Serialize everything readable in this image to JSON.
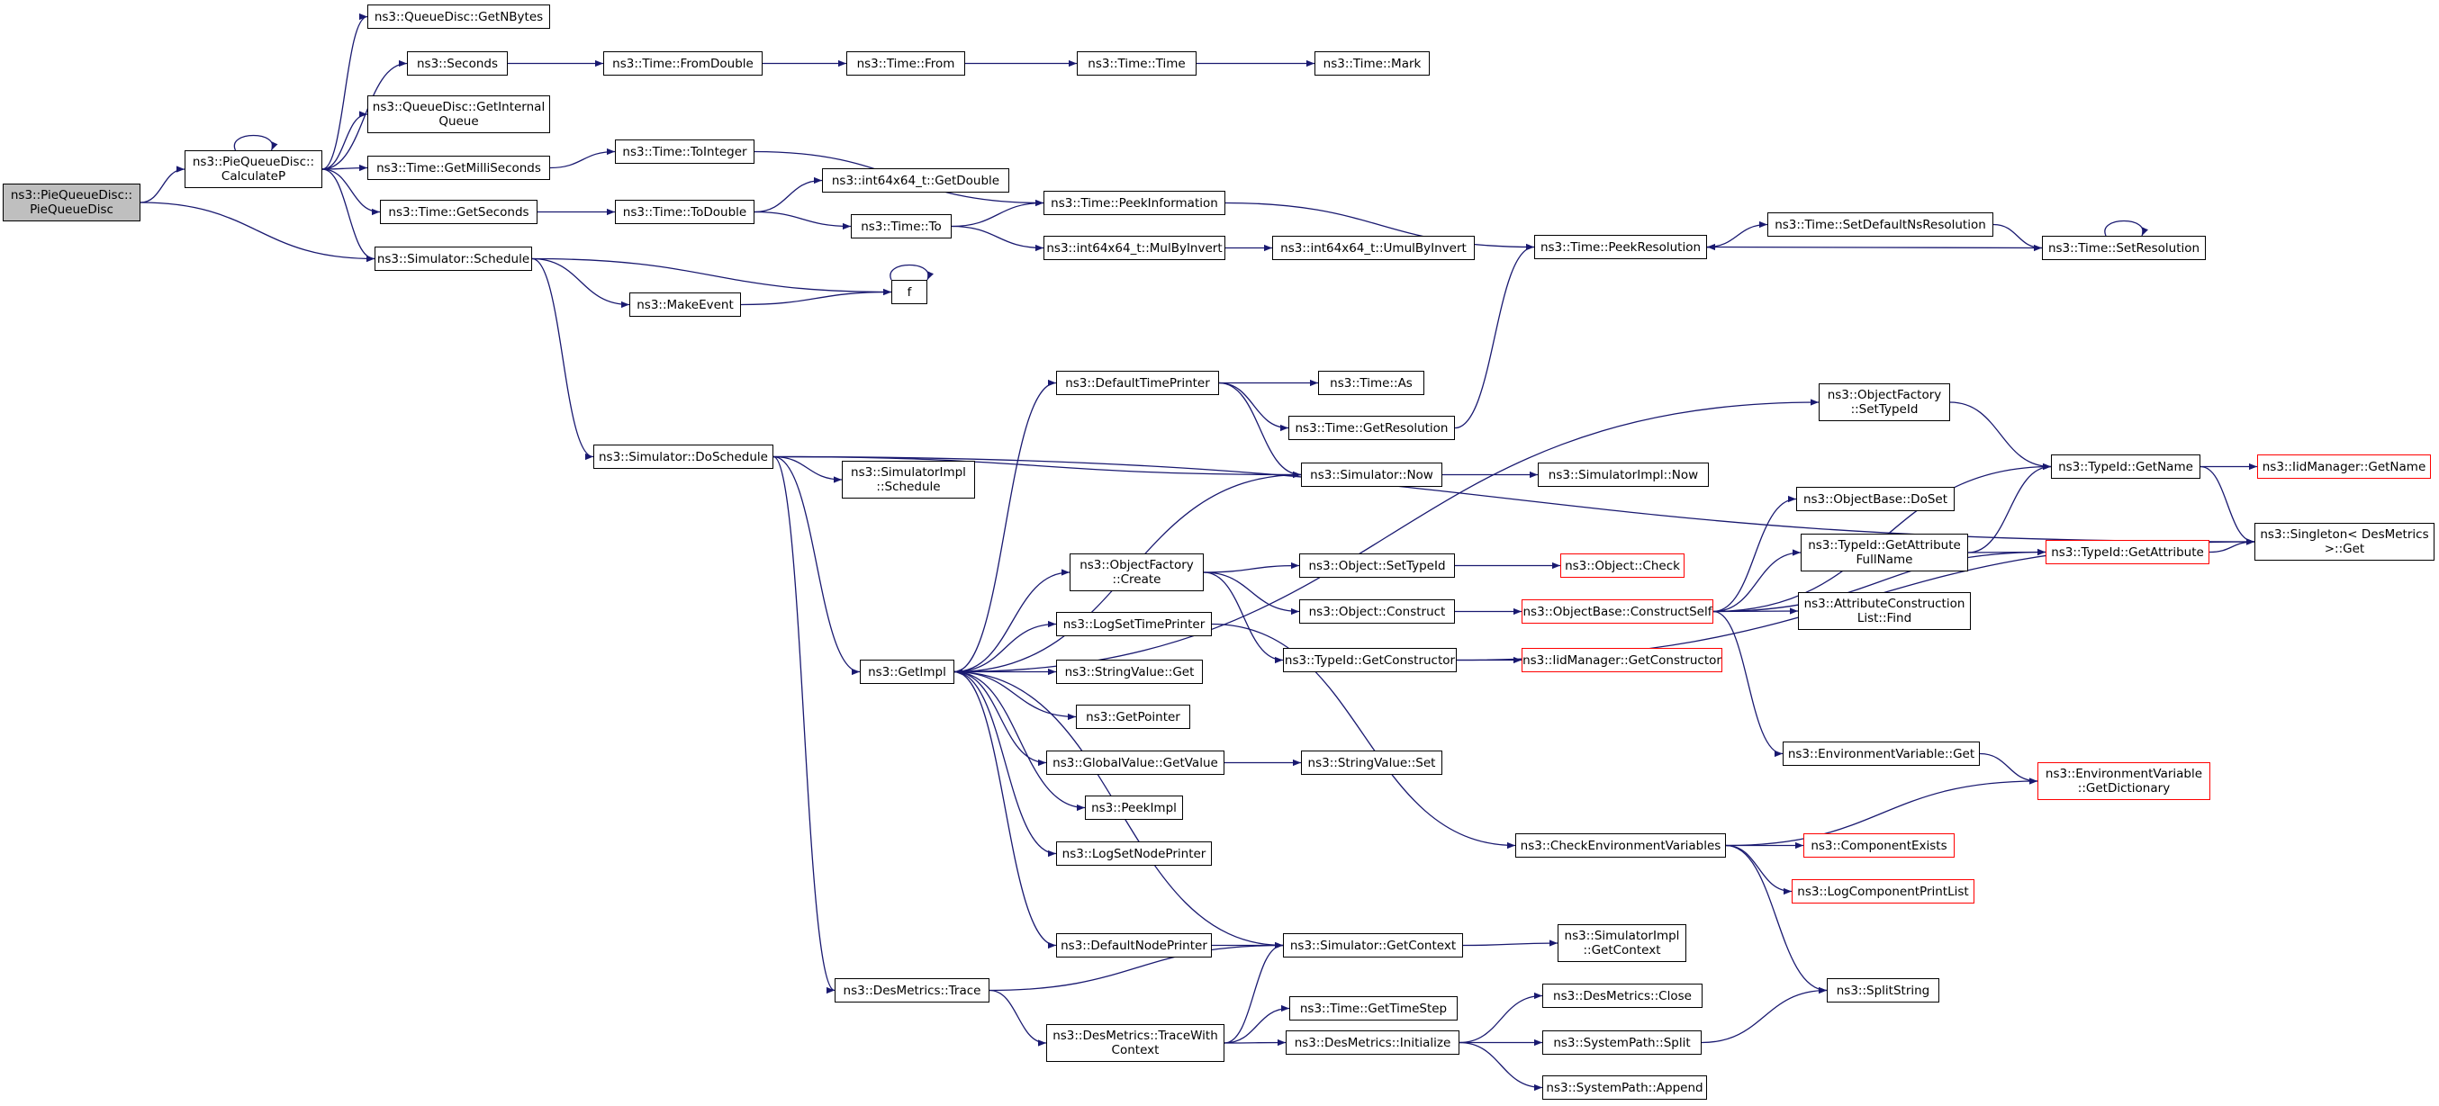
{
  "graph": {
    "title": "",
    "colors": {
      "edge": "#191970",
      "node_border": "#000000",
      "node_border_incomplete": "#ff0000",
      "root_fill": "#bfbfbf"
    },
    "nodes": [
      {
        "id": "pie-ctor",
        "label": "ns3::PieQueueDisc::\nPieQueueDisc",
        "kind": "root"
      },
      {
        "id": "calcp",
        "label": "ns3::PieQueueDisc::\nCalculateP",
        "kind": "normal"
      },
      {
        "id": "getnbytes",
        "label": "ns3::QueueDisc::GetNBytes",
        "kind": "normal"
      },
      {
        "id": "seconds",
        "label": "ns3::Seconds",
        "kind": "normal"
      },
      {
        "id": "fromdouble",
        "label": "ns3::Time::FromDouble",
        "kind": "normal"
      },
      {
        "id": "from",
        "label": "ns3::Time::From",
        "kind": "normal"
      },
      {
        "id": "timetime",
        "label": "ns3::Time::Time",
        "kind": "normal"
      },
      {
        "id": "mark",
        "label": "ns3::Time::Mark",
        "kind": "normal"
      },
      {
        "id": "getinternalqueue",
        "label": "ns3::QueueDisc::GetInternal\nQueue",
        "kind": "normal"
      },
      {
        "id": "getmilliseconds",
        "label": "ns3::Time::GetMilliSeconds",
        "kind": "normal"
      },
      {
        "id": "tointeger",
        "label": "ns3::Time::ToInteger",
        "kind": "normal"
      },
      {
        "id": "getseconds",
        "label": "ns3::Time::GetSeconds",
        "kind": "normal"
      },
      {
        "id": "todouble",
        "label": "ns3::Time::ToDouble",
        "kind": "normal"
      },
      {
        "id": "int64getdouble",
        "label": "ns3::int64x64_t::GetDouble",
        "kind": "normal"
      },
      {
        "id": "timeto",
        "label": "ns3::Time::To",
        "kind": "normal"
      },
      {
        "id": "peekinformation",
        "label": "ns3::Time::PeekInformation",
        "kind": "normal"
      },
      {
        "id": "mulbyinvert",
        "label": "ns3::int64x64_t::MulByInvert",
        "kind": "normal"
      },
      {
        "id": "umulbyinvert",
        "label": "ns3::int64x64_t::UmulByInvert",
        "kind": "normal"
      },
      {
        "id": "peekresolution",
        "label": "ns3::Time::PeekResolution",
        "kind": "normal"
      },
      {
        "id": "setdefaultnsresolution",
        "label": "ns3::Time::SetDefaultNsResolution",
        "kind": "normal"
      },
      {
        "id": "setresolution",
        "label": "ns3::Time::SetResolution",
        "kind": "normal"
      },
      {
        "id": "schedule",
        "label": "ns3::Simulator::Schedule",
        "kind": "normal"
      },
      {
        "id": "f",
        "label": "f",
        "kind": "normal"
      },
      {
        "id": "makeevent",
        "label": "ns3::MakeEvent",
        "kind": "normal"
      },
      {
        "id": "doschedule",
        "label": "ns3::Simulator::DoSchedule",
        "kind": "normal"
      },
      {
        "id": "simimplschedule",
        "label": "ns3::SimulatorImpl\n::Schedule",
        "kind": "normal"
      },
      {
        "id": "defaulttimeprinter",
        "label": "ns3::DefaultTimePrinter",
        "kind": "normal"
      },
      {
        "id": "timeas",
        "label": "ns3::Time::As",
        "kind": "normal"
      },
      {
        "id": "getresolution",
        "label": "ns3::Time::GetResolution",
        "kind": "normal"
      },
      {
        "id": "simnow",
        "label": "ns3::Simulator::Now",
        "kind": "normal"
      },
      {
        "id": "simimplnow",
        "label": "ns3::SimulatorImpl::Now",
        "kind": "normal"
      },
      {
        "id": "ofsettypeid",
        "label": "ns3::ObjectFactory\n::SetTypeId",
        "kind": "normal"
      },
      {
        "id": "typeidgetname",
        "label": "ns3::TypeId::GetName",
        "kind": "normal"
      },
      {
        "id": "iidgetname",
        "label": "ns3::IidManager::GetName",
        "kind": "incomplete"
      },
      {
        "id": "singletonget",
        "label": "ns3::Singleton< DesMetrics\n>::Get",
        "kind": "normal"
      },
      {
        "id": "objectbasedoset",
        "label": "ns3::ObjectBase::DoSet",
        "kind": "normal"
      },
      {
        "id": "getattributefullname",
        "label": "ns3::TypeId::GetAttribute\nFullName",
        "kind": "normal"
      },
      {
        "id": "typeidgetattribute",
        "label": "ns3::TypeId::GetAttribute",
        "kind": "incomplete"
      },
      {
        "id": "ofcreate",
        "label": "ns3::ObjectFactory\n::Create",
        "kind": "normal"
      },
      {
        "id": "objectsettypeid",
        "label": "ns3::Object::SetTypeId",
        "kind": "normal"
      },
      {
        "id": "objectcheck",
        "label": "ns3::Object::Check",
        "kind": "incomplete"
      },
      {
        "id": "objectconstruct",
        "label": "ns3::Object::Construct",
        "kind": "normal"
      },
      {
        "id": "constructself",
        "label": "ns3::ObjectBase::ConstructSelf",
        "kind": "incomplete"
      },
      {
        "id": "attrconstructionfind",
        "label": "ns3::AttributeConstruction\nList::Find",
        "kind": "normal"
      },
      {
        "id": "getimpl",
        "label": "ns3::GetImpl",
        "kind": "normal"
      },
      {
        "id": "logsettimeprinter",
        "label": "ns3::LogSetTimePrinter",
        "kind": "normal"
      },
      {
        "id": "typeidgetconstructor",
        "label": "ns3::TypeId::GetConstructor",
        "kind": "normal"
      },
      {
        "id": "iidgetconstructor",
        "label": "ns3::IidManager::GetConstructor",
        "kind": "incomplete"
      },
      {
        "id": "stringvalueget",
        "label": "ns3::StringValue::Get",
        "kind": "normal"
      },
      {
        "id": "getpointer",
        "label": "ns3::GetPointer",
        "kind": "normal"
      },
      {
        "id": "globalvaluegetvalue",
        "label": "ns3::GlobalValue::GetValue",
        "kind": "normal"
      },
      {
        "id": "stringvalueset",
        "label": "ns3::StringValue::Set",
        "kind": "normal"
      },
      {
        "id": "envget",
        "label": "ns3::EnvironmentVariable::Get",
        "kind": "normal"
      },
      {
        "id": "envgetdictionary",
        "label": "ns3::EnvironmentVariable\n::GetDictionary",
        "kind": "incomplete"
      },
      {
        "id": "peekimpl",
        "label": "ns3::PeekImpl",
        "kind": "normal"
      },
      {
        "id": "checkenv",
        "label": "ns3::CheckEnvironmentVariables",
        "kind": "normal"
      },
      {
        "id": "componentexists",
        "label": "ns3::ComponentExists",
        "kind": "incomplete"
      },
      {
        "id": "logsetnodeprinter",
        "label": "ns3::LogSetNodePrinter",
        "kind": "normal"
      },
      {
        "id": "logcomponentprintlist",
        "label": "ns3::LogComponentPrintList",
        "kind": "incomplete"
      },
      {
        "id": "defaultnodeprinter",
        "label": "ns3::DefaultNodePrinter",
        "kind": "normal"
      },
      {
        "id": "simgetcontext",
        "label": "ns3::Simulator::GetContext",
        "kind": "normal"
      },
      {
        "id": "simimplgetcontext",
        "label": "ns3::SimulatorImpl\n::GetContext",
        "kind": "normal"
      },
      {
        "id": "desmetricstrace",
        "label": "ns3::DesMetrics::Trace",
        "kind": "normal"
      },
      {
        "id": "splitstring",
        "label": "ns3::SplitString",
        "kind": "normal"
      },
      {
        "id": "gettimestep",
        "label": "ns3::Time::GetTimeStep",
        "kind": "normal"
      },
      {
        "id": "desmetricsclose",
        "label": "ns3::DesMetrics::Close",
        "kind": "normal"
      },
      {
        "id": "tracewithcontext",
        "label": "ns3::DesMetrics::TraceWith\nContext",
        "kind": "normal"
      },
      {
        "id": "desmetricsinit",
        "label": "ns3::DesMetrics::Initialize",
        "kind": "normal"
      },
      {
        "id": "systempathsplit",
        "label": "ns3::SystemPath::Split",
        "kind": "normal"
      },
      {
        "id": "systempathappend",
        "label": "ns3::SystemPath::Append",
        "kind": "normal"
      }
    ],
    "edges": [
      [
        "pie-ctor",
        "calcp"
      ],
      [
        "pie-ctor",
        "schedule"
      ],
      [
        "calcp",
        "calcp"
      ],
      [
        "calcp",
        "getnbytes"
      ],
      [
        "calcp",
        "seconds"
      ],
      [
        "calcp",
        "getinternalqueue"
      ],
      [
        "calcp",
        "getmilliseconds"
      ],
      [
        "calcp",
        "getseconds"
      ],
      [
        "calcp",
        "schedule"
      ],
      [
        "seconds",
        "fromdouble"
      ],
      [
        "fromdouble",
        "from"
      ],
      [
        "from",
        "timetime"
      ],
      [
        "timetime",
        "mark"
      ],
      [
        "getmilliseconds",
        "tointeger"
      ],
      [
        "tointeger",
        "peekinformation"
      ],
      [
        "getseconds",
        "todouble"
      ],
      [
        "todouble",
        "int64getdouble"
      ],
      [
        "todouble",
        "timeto"
      ],
      [
        "timeto",
        "peekinformation"
      ],
      [
        "timeto",
        "mulbyinvert"
      ],
      [
        "mulbyinvert",
        "umulbyinvert"
      ],
      [
        "peekinformation",
        "peekresolution"
      ],
      [
        "peekresolution",
        "setdefaultnsresolution"
      ],
      [
        "setdefaultnsresolution",
        "setresolution"
      ],
      [
        "setresolution",
        "peekresolution"
      ],
      [
        "setresolution",
        "setresolution"
      ],
      [
        "schedule",
        "f"
      ],
      [
        "schedule",
        "makeevent"
      ],
      [
        "schedule",
        "doschedule"
      ],
      [
        "makeevent",
        "f"
      ],
      [
        "f",
        "f"
      ],
      [
        "doschedule",
        "singletonget"
      ],
      [
        "doschedule",
        "simnow"
      ],
      [
        "doschedule",
        "simimplschedule"
      ],
      [
        "doschedule",
        "getimpl"
      ],
      [
        "doschedule",
        "desmetricstrace"
      ],
      [
        "defaulttimeprinter",
        "timeas"
      ],
      [
        "defaulttimeprinter",
        "getresolution"
      ],
      [
        "defaulttimeprinter",
        "simnow"
      ],
      [
        "getresolution",
        "peekresolution"
      ],
      [
        "simnow",
        "simimplnow"
      ],
      [
        "ofsettypeid",
        "typeidgetname"
      ],
      [
        "typeidgetname",
        "iidgetname"
      ],
      [
        "typeidgetname",
        "singletonget"
      ],
      [
        "getattributefullname",
        "typeidgetname"
      ],
      [
        "getattributefullname",
        "typeidgetattribute"
      ],
      [
        "typeidgetattribute",
        "singletonget"
      ],
      [
        "ofcreate",
        "objectsettypeid"
      ],
      [
        "ofcreate",
        "objectconstruct"
      ],
      [
        "ofcreate",
        "typeidgetconstructor"
      ],
      [
        "objectsettypeid",
        "objectcheck"
      ],
      [
        "objectconstruct",
        "constructself"
      ],
      [
        "constructself",
        "typeidgetname"
      ],
      [
        "constructself",
        "objectbasedoset"
      ],
      [
        "constructself",
        "getattributefullname"
      ],
      [
        "constructself",
        "attrconstructionfind"
      ],
      [
        "constructself",
        "typeidgetattribute"
      ],
      [
        "constructself",
        "envget"
      ],
      [
        "getimpl",
        "defaulttimeprinter"
      ],
      [
        "getimpl",
        "simnow"
      ],
      [
        "getimpl",
        "ofsettypeid"
      ],
      [
        "getimpl",
        "ofcreate"
      ],
      [
        "getimpl",
        "logsettimeprinter"
      ],
      [
        "getimpl",
        "stringvalueget"
      ],
      [
        "getimpl",
        "getpointer"
      ],
      [
        "getimpl",
        "globalvaluegetvalue"
      ],
      [
        "getimpl",
        "peekimpl"
      ],
      [
        "getimpl",
        "logsetnodeprinter"
      ],
      [
        "getimpl",
        "defaultnodeprinter"
      ],
      [
        "logsettimeprinter",
        "checkenv"
      ],
      [
        "typeidgetconstructor",
        "iidgetconstructor"
      ],
      [
        "typeidgetconstructor",
        "singletonget"
      ],
      [
        "globalvaluegetvalue",
        "stringvalueset"
      ],
      [
        "envget",
        "envgetdictionary"
      ],
      [
        "checkenv",
        "envgetdictionary"
      ],
      [
        "checkenv",
        "componentexists"
      ],
      [
        "checkenv",
        "logcomponentprintlist"
      ],
      [
        "checkenv",
        "splitstring"
      ],
      [
        "defaultnodeprinter",
        "simgetcontext"
      ],
      [
        "simgetcontext",
        "getimpl"
      ],
      [
        "simgetcontext",
        "simimplgetcontext"
      ],
      [
        "desmetricstrace",
        "simgetcontext"
      ],
      [
        "desmetricstrace",
        "tracewithcontext"
      ],
      [
        "tracewithcontext",
        "simgetcontext"
      ],
      [
        "tracewithcontext",
        "gettimestep"
      ],
      [
        "tracewithcontext",
        "desmetricsinit"
      ],
      [
        "desmetricsinit",
        "desmetricsclose"
      ],
      [
        "desmetricsinit",
        "systempathsplit"
      ],
      [
        "desmetricsinit",
        "systempathappend"
      ],
      [
        "systempathsplit",
        "splitstring"
      ]
    ]
  }
}
